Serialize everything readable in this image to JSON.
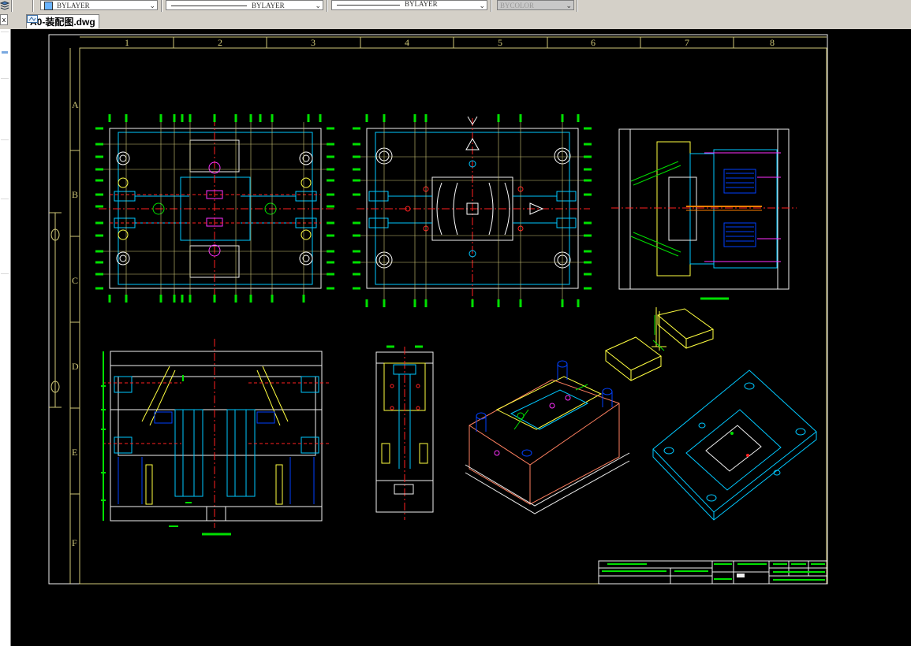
{
  "toolbar": {
    "layer_dropdown": "BYLAYER",
    "linetype_dropdown": "BYLAYER",
    "lineweight_dropdown": "BYLAYER",
    "color_dropdown": "BYCOLOR"
  },
  "document_tab": {
    "title": "A0-装配图.dwg",
    "icon": "dwg-file-icon"
  },
  "left_panel": {
    "close_label": "x"
  },
  "drawing": {
    "column_labels": [
      "1",
      "2",
      "3",
      "4",
      "5",
      "6",
      "7",
      "8"
    ],
    "row_labels": [
      "A",
      "B",
      "C",
      "D",
      "E",
      "F"
    ]
  },
  "colors": {
    "background": "#000000",
    "frame": "#f0f0f0",
    "border_yellow": "#cfc878",
    "dimension_green": "#00e000",
    "part_cyan": "#00c8ff",
    "center_red": "#ff2020",
    "part_magenta": "#ff30ff",
    "part_yellow": "#ffff40"
  }
}
